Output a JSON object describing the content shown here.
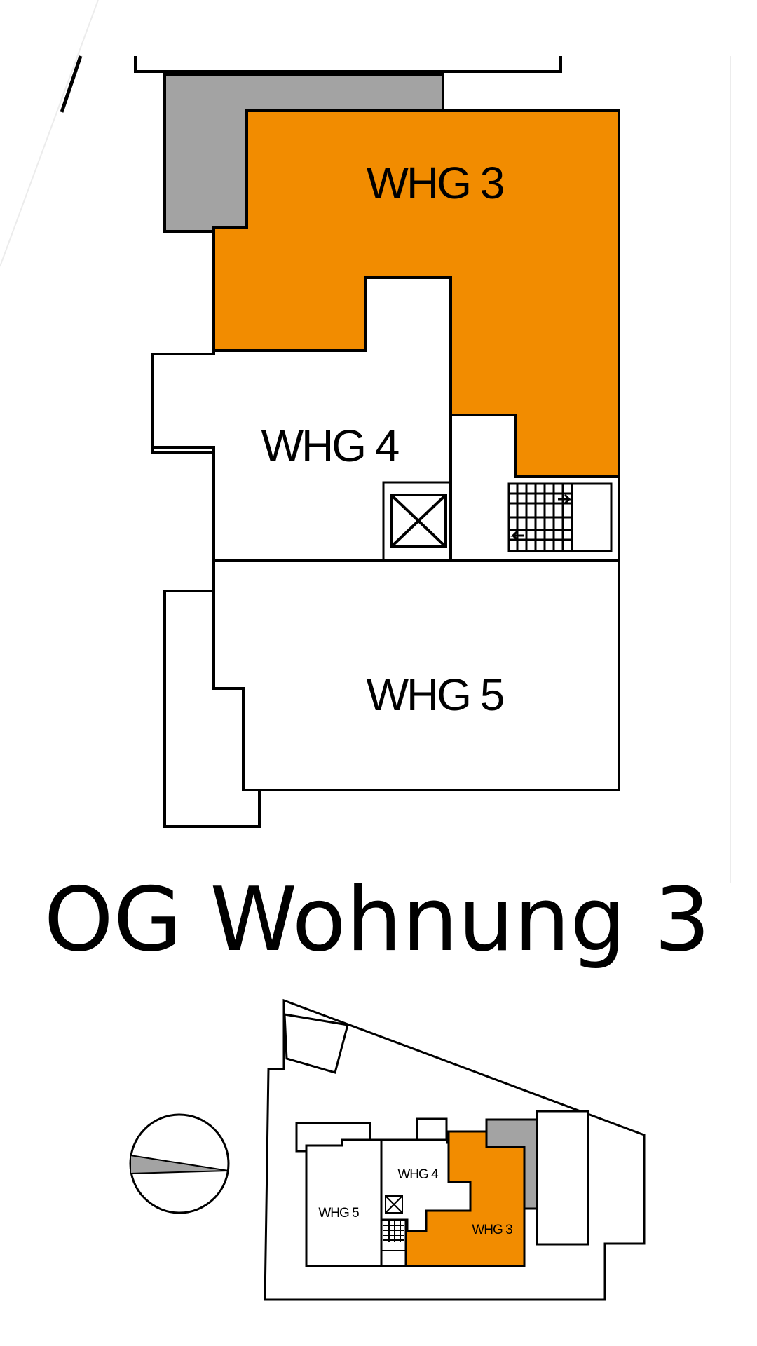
{
  "colors": {
    "highlight": "#f28c00",
    "neighbor": "#a3a3a3",
    "stroke": "#000000",
    "background": "#ffffff"
  },
  "main_plan": {
    "units": [
      {
        "id": "whg3",
        "label": "WHG 3",
        "highlighted": true
      },
      {
        "id": "whg4",
        "label": "WHG 4",
        "highlighted": false
      },
      {
        "id": "whg5",
        "label": "WHG 5",
        "highlighted": false
      }
    ],
    "icons": [
      "elevator-icon",
      "staircase-icon"
    ]
  },
  "title": "OG Wohnung 3",
  "site_plan": {
    "units": [
      {
        "id": "whg4",
        "label": "WHG 4",
        "highlighted": false
      },
      {
        "id": "whg5",
        "label": "WHG 5",
        "highlighted": false
      },
      {
        "id": "whg3",
        "label": "WHG 3",
        "highlighted": true
      }
    ],
    "icons": [
      "compass-icon",
      "elevator-icon",
      "staircase-icon"
    ]
  }
}
